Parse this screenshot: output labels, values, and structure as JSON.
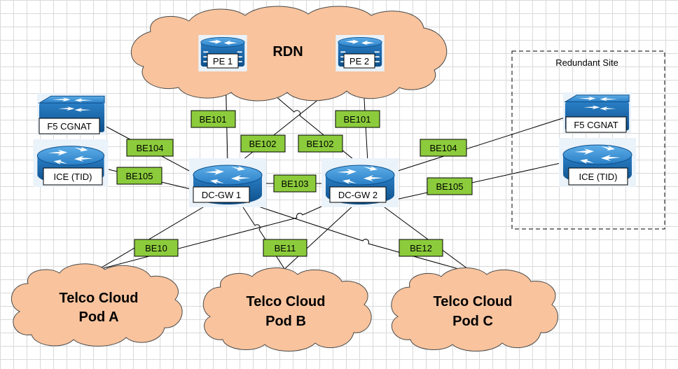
{
  "clouds": {
    "rdn": "RDN",
    "pod_a": [
      "Telco Cloud",
      "Pod A"
    ],
    "pod_b": [
      "Telco Cloud",
      "Pod B"
    ],
    "pod_c": [
      "Telco Cloud",
      "Pod C"
    ]
  },
  "redundant_site": {
    "title": "Redundant Site"
  },
  "devices": {
    "pe1": "PE 1",
    "pe2": "PE 2",
    "dcgw1": "DC-GW 1",
    "dcgw2": "DC-GW 2",
    "f5_left": "F5 CGNAT",
    "ice_left": "ICE (TID)",
    "f5_right": "F5 CGNAT",
    "ice_right": "ICE (TID)"
  },
  "links": {
    "be101_left": "BE101",
    "be101_right": "BE101",
    "be102_left": "BE102",
    "be102_right": "BE102",
    "be103": "BE103",
    "be104_left": "BE104",
    "be104_right": "BE104",
    "be105_left": "BE105",
    "be105_right": "BE105",
    "be10": "BE10",
    "be11": "BE11",
    "be12": "BE12"
  },
  "colors": {
    "cloud_fill": "#f8c39d",
    "device_blue": "#1c6fb5",
    "link_label_fill": "#8ccc3c"
  },
  "icons": {
    "pe1": "router-icon",
    "pe2": "router-icon",
    "dcgw1": "router-icon",
    "dcgw2": "router-icon",
    "f5_left": "switch-icon",
    "f5_right": "switch-icon",
    "ice_left": "router-icon",
    "ice_right": "router-icon"
  }
}
